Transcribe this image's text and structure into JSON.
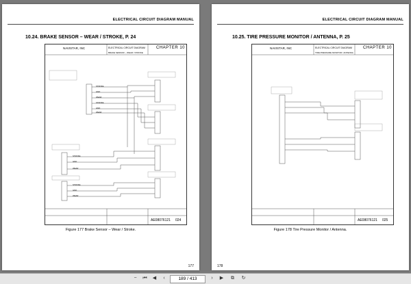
{
  "left_page": {
    "header": "ELECTRICAL CIRCUIT DIAGRAM MANUAL",
    "section_title": "10.24. BRAKE SENSOR – WEAR / STROKE, P. 24",
    "title_block": {
      "company": "NAVISTAR, INC",
      "manual": "ELECTRICAL CIRCUIT DIAGRAM",
      "subtitle": "BRAKE SENSOR – WEAR / STROKE",
      "chapter": "CHAPTER 10",
      "bottom_code": "AE08076121",
      "bottom_page": "024"
    },
    "signals": [
      "STROKE",
      "GND",
      "WEAR",
      "STROKE",
      "GND",
      "WEAR",
      "STROKE",
      "GND",
      "WEAR",
      "STROKE",
      "GND",
      "WEAR"
    ],
    "figure_caption": "Figure 177    Brake Sensor – Wear / Stroke.",
    "page_number": "177"
  },
  "right_page": {
    "header": "ELECTRICAL CIRCUIT DIAGRAM MANUAL",
    "section_title": "10.25. TIRE PRESSURE MONITOR / ANTENNA, P. 25",
    "title_block": {
      "company": "NAVISTAR, INC",
      "manual": "ELECTRICAL CIRCUIT DIAGRAM",
      "subtitle": "TIRE PRESSURE MONITOR / ANTENNA",
      "chapter": "CHAPTER 10",
      "bottom_code": "AE08076121",
      "bottom_page": "025"
    },
    "figure_caption": "Figure 178    Tire Pressure Monitor / Antenna.",
    "page_number": "178"
  },
  "toolbar": {
    "page_indicator": "189 / 413",
    "icons": [
      "zoom-out-icon",
      "first-page-icon",
      "prev-page-icon",
      "next-page-icon",
      "last-page-icon",
      "fit-page-icon",
      "rotate-icon"
    ]
  }
}
